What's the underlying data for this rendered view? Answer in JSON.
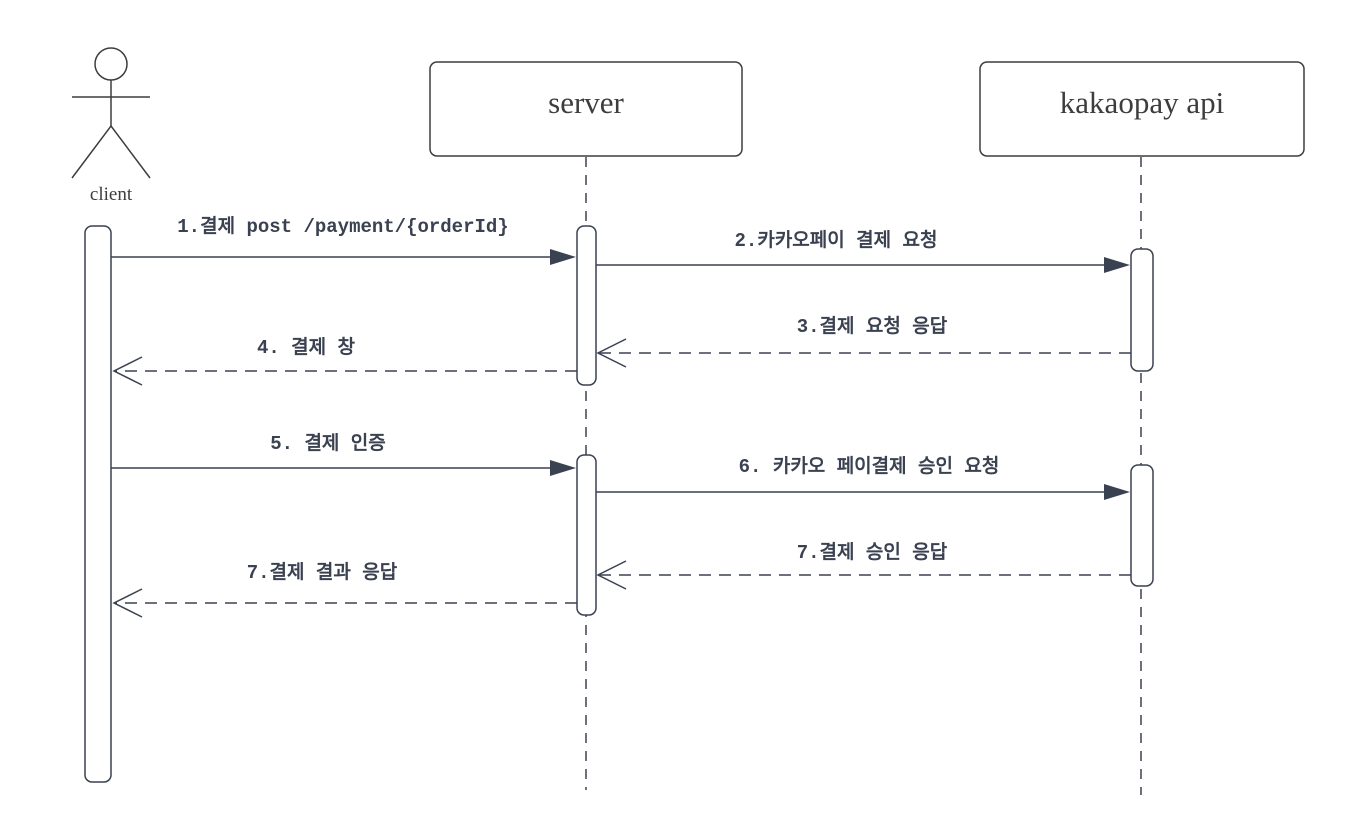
{
  "participants": {
    "client": "client",
    "server": "server",
    "kakaopay": "kakaopay api"
  },
  "messages": [
    {
      "label": "1.결제 post /payment/{orderId}",
      "from": "client",
      "to": "server",
      "style": "solid"
    },
    {
      "label": "2.카카오페이 결제 요청",
      "from": "server",
      "to": "kakaopay",
      "style": "solid"
    },
    {
      "label": "3.결제 요청 응답",
      "from": "kakaopay",
      "to": "server",
      "style": "dashed"
    },
    {
      "label": "4. 결제 창",
      "from": "server",
      "to": "client",
      "style": "dashed"
    },
    {
      "label": "5. 결제 인증",
      "from": "client",
      "to": "server",
      "style": "solid"
    },
    {
      "label": "6. 카카오 페이결제 승인 요청",
      "from": "server",
      "to": "kakaopay",
      "style": "solid"
    },
    {
      "label": "7.결제 승인 응답",
      "from": "kakaopay",
      "to": "server",
      "style": "dashed"
    },
    {
      "label": "7.결제 결과 응답",
      "from": "server",
      "to": "client",
      "style": "dashed"
    }
  ],
  "colors": {
    "line": "#3a4150",
    "box_border": "#3d3d3d",
    "text": "#3a4150"
  }
}
